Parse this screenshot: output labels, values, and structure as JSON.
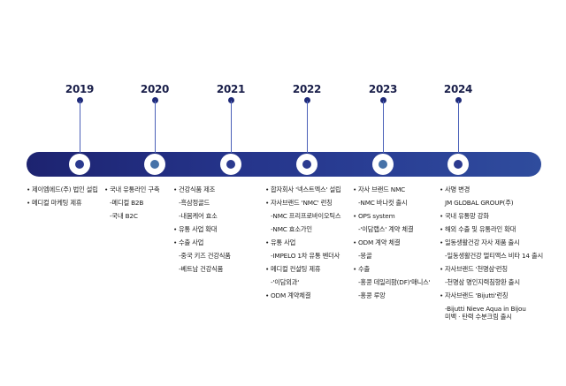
{
  "timeline": [
    {
      "year": "2019",
      "items": [
        {
          "text": "제이엠에드(주) 법인 설립",
          "type": "b"
        },
        {
          "text": "메디컬 마케팅 제휴",
          "type": "b"
        }
      ]
    },
    {
      "year": "2020",
      "items": [
        {
          "text": "국내 유통라인 구축",
          "type": "b"
        },
        {
          "text": "-메디컬 B2B",
          "type": "s"
        },
        {
          "text": "-국내 B2C",
          "type": "s"
        }
      ]
    },
    {
      "year": "2021",
      "items": [
        {
          "text": "건강식품 제조",
          "type": "b"
        },
        {
          "text": "-흑삼정골드",
          "type": "s"
        },
        {
          "text": "-내몸케어 효소",
          "type": "s"
        },
        {
          "text": "유통 사업 확대",
          "type": "b"
        },
        {
          "text": "수출 사업",
          "type": "b"
        },
        {
          "text": "-중국 키즈 건강식품",
          "type": "s"
        },
        {
          "text": "-베트남 건강식품",
          "type": "s"
        }
      ]
    },
    {
      "year": "2022",
      "items": [
        {
          "text": "합자회사 '넥스트엑스' 설립",
          "type": "b"
        },
        {
          "text": "자사브랜드 'NMC' 런칭",
          "type": "b"
        },
        {
          "text": "-NMC 프리프로바이오틱스",
          "type": "s"
        },
        {
          "text": "-NMC 효소가인",
          "type": "s"
        },
        {
          "text": "유통 사업",
          "type": "b"
        },
        {
          "text": "-IMPELO 1차 유통 벤더사",
          "type": "s"
        },
        {
          "text": "메디컬 컨설팅 제휴",
          "type": "b"
        },
        {
          "text": "-'이담외과'",
          "type": "s"
        },
        {
          "text": "ODM 계약체결",
          "type": "b"
        }
      ]
    },
    {
      "year": "2023",
      "items": [
        {
          "text": "자사 브랜드 NMC",
          "type": "b"
        },
        {
          "text": "-NMC 바나컷 출시",
          "type": "s"
        },
        {
          "text": "OPS system",
          "type": "b"
        },
        {
          "text": "-'이담랩스' 계약 체결",
          "type": "s"
        },
        {
          "text": "ODM 계약 체결",
          "type": "b"
        },
        {
          "text": "-몽골",
          "type": "s"
        },
        {
          "text": "수출",
          "type": "b"
        },
        {
          "text": "-홍콩 데일리팜(DF)'매니스'",
          "type": "s"
        },
        {
          "text": "-홍콩 루앙",
          "type": "s"
        }
      ]
    },
    {
      "year": "2024",
      "items": [
        {
          "text": "사명 변경",
          "type": "b"
        },
        {
          "text": "JM GLOBAL GROUP(주)",
          "type": "s"
        },
        {
          "text": "국내 유통망 강화",
          "type": "b"
        },
        {
          "text": "해외 수출 및 유통라인 확대",
          "type": "b"
        },
        {
          "text": "일동생활건강 자사 제품 출시",
          "type": "b"
        },
        {
          "text": "-일동생활건강 멀티액스 비타 14 출시",
          "type": "s"
        },
        {
          "text": "자사브랜드 '천명삼'런칭",
          "type": "b"
        },
        {
          "text": "-천명삼 명인지력침향환 출시",
          "type": "s"
        },
        {
          "text": "자사브랜드 'Bijutti'런칭",
          "type": "b"
        },
        {
          "text": "-Bijutti Nieve Aqua in Bijou",
          "type": "s"
        },
        {
          "text": "미백 · 탄력 수분크림 출시",
          "type": "s"
        }
      ]
    }
  ]
}
